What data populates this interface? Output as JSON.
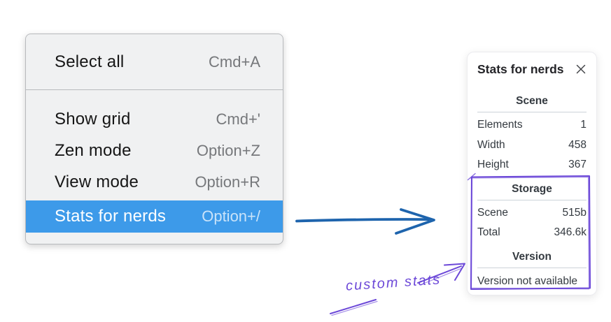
{
  "menu": {
    "items": [
      {
        "label": "Select all",
        "shortcut": "Cmd+A",
        "highlighted": false
      },
      {
        "label": "Show grid",
        "shortcut": "Cmd+'",
        "highlighted": false
      },
      {
        "label": "Zen mode",
        "shortcut": "Option+Z",
        "highlighted": false
      },
      {
        "label": "View mode",
        "shortcut": "Option+R",
        "highlighted": false
      },
      {
        "label": "Stats for nerds",
        "shortcut": "Option+/",
        "highlighted": true
      }
    ],
    "highlight_color": "#3d9ae9"
  },
  "panel": {
    "title": "Stats for nerds",
    "sections": [
      {
        "heading": "Scene",
        "rows": [
          {
            "label": "Elements",
            "value": "1"
          },
          {
            "label": "Width",
            "value": "458"
          },
          {
            "label": "Height",
            "value": "367"
          }
        ]
      },
      {
        "heading": "Storage",
        "rows": [
          {
            "label": "Scene",
            "value": "515b"
          },
          {
            "label": "Total",
            "value": "346.6k"
          }
        ]
      },
      {
        "heading": "Version",
        "note": "Version not available"
      }
    ]
  },
  "annotations": {
    "custom_label": "custom stats",
    "purple_color": "#6c48d8",
    "blue_arrow_color": "#1e64ad"
  }
}
